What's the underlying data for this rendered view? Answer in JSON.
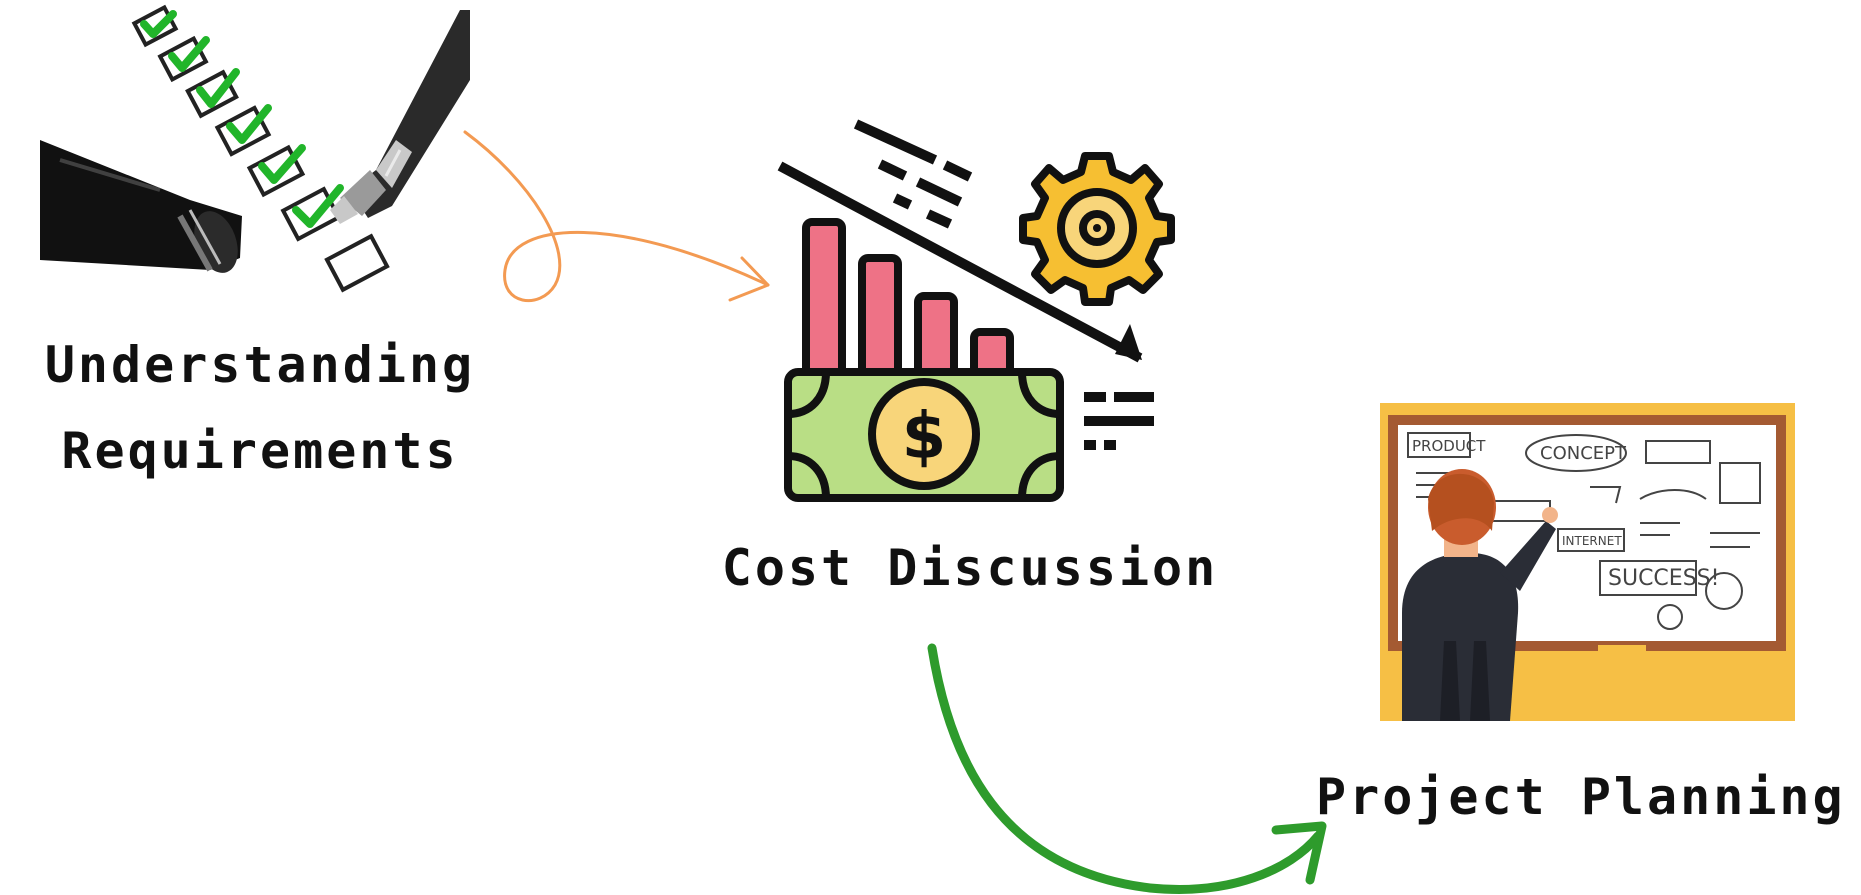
{
  "steps": [
    {
      "id": "understanding",
      "label_line1": "Understanding",
      "label_line2": "Requirements",
      "icon": "checklist-pen-icon"
    },
    {
      "id": "cost",
      "label": "Cost Discussion",
      "icon": "cost-reduction-icon"
    },
    {
      "id": "planning",
      "label": "Project Planning",
      "icon": "whiteboard-planning-icon"
    }
  ],
  "whiteboard_words": {
    "product": "PRODUCT",
    "concept": "CONCEPT",
    "internet": "INTERNET",
    "success": "SUCCESS!"
  },
  "arrows": [
    {
      "from": "understanding",
      "to": "cost",
      "color": "#f39a52"
    },
    {
      "from": "cost",
      "to": "planning",
      "color": "#2e9b2c"
    }
  ],
  "colors": {
    "text": "#111111",
    "bars": "#ee7286",
    "money": "#b9de85",
    "coin": "#f8d57a",
    "gear": "#f6bf32",
    "board_frame": "#f6bf45",
    "board_border": "#a45a32",
    "check": "#21b52a"
  }
}
